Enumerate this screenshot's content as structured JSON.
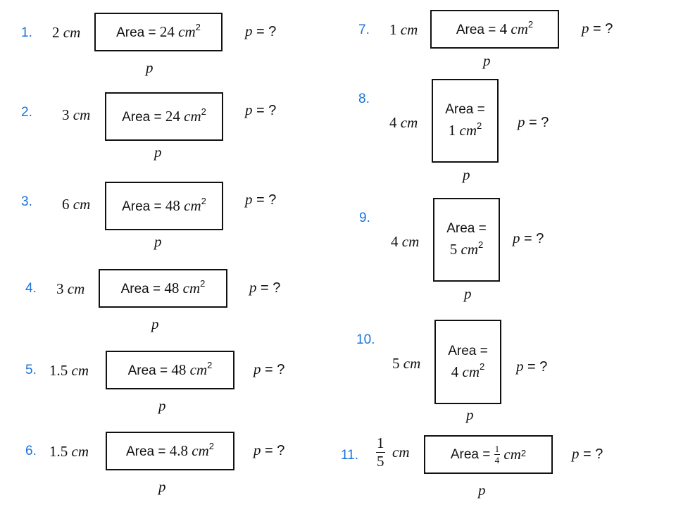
{
  "problems": [
    {
      "number": "1.",
      "side": "2",
      "unit": "cm",
      "area_label": "Area =",
      "area_value": "24",
      "area_unit": "cm",
      "area_exp": "2",
      "p_label": "p",
      "p_question": "p",
      "p_eq": " = ?"
    },
    {
      "number": "2.",
      "side": "3",
      "unit": "cm",
      "area_label": "Area =",
      "area_value": "24",
      "area_unit": "cm",
      "area_exp": "2",
      "p_label": "p",
      "p_question": "p",
      "p_eq": " = ?"
    },
    {
      "number": "3.",
      "side": "6",
      "unit": "cm",
      "area_label": "Area =",
      "area_value": "48",
      "area_unit": "cm",
      "area_exp": "2",
      "p_label": "p",
      "p_question": "p",
      "p_eq": " = ?"
    },
    {
      "number": "4.",
      "side": "3",
      "unit": "cm",
      "area_label": "Area =",
      "area_value": "48",
      "area_unit": "cm",
      "area_exp": "2",
      "p_label": "p",
      "p_question": "p",
      "p_eq": " = ?"
    },
    {
      "number": "5.",
      "side": "1.5",
      "unit": "cm",
      "area_label": "Area =",
      "area_value": "48",
      "area_unit": "cm",
      "area_exp": "2",
      "p_label": "p",
      "p_question": "p",
      "p_eq": " = ?"
    },
    {
      "number": "6.",
      "side": "1.5",
      "unit": "cm",
      "area_label": "Area =",
      "area_value": "4.8",
      "area_unit": "cm",
      "area_exp": "2",
      "p_label": "p",
      "p_question": "p",
      "p_eq": " = ?"
    },
    {
      "number": "7.",
      "side": "1",
      "unit": "cm",
      "area_label": "Area =",
      "area_value": "4",
      "area_unit": "cm",
      "area_exp": "2",
      "p_label": "p",
      "p_question": "p",
      "p_eq": " = ?"
    },
    {
      "number": "8.",
      "side": "4",
      "unit": "cm",
      "area_label": "Area =",
      "area_value": "1",
      "area_unit": "cm",
      "area_exp": "2",
      "p_label": "p",
      "p_question": "p",
      "p_eq": " = ?"
    },
    {
      "number": "9.",
      "side": "4",
      "unit": "cm",
      "area_label": "Area =",
      "area_value": "5",
      "area_unit": "cm",
      "area_exp": "2",
      "p_label": "p",
      "p_question": "p",
      "p_eq": " = ?"
    },
    {
      "number": "10.",
      "side": "5",
      "unit": "cm",
      "area_label": "Area =",
      "area_value": "4",
      "area_unit": "cm",
      "area_exp": "2",
      "p_label": "p",
      "p_question": "p",
      "p_eq": " = ?"
    },
    {
      "number": "11.",
      "side_num": "1",
      "side_den": "5",
      "unit": "cm",
      "area_label": "Area =",
      "area_num": "1",
      "area_den": "4",
      "area_unit": "cm",
      "area_exp": "2",
      "p_label": "p",
      "p_question": "p",
      "p_eq": " = ?"
    }
  ],
  "colors": {
    "number": "#1a73d9",
    "text": "#111111",
    "border": "#111111"
  }
}
